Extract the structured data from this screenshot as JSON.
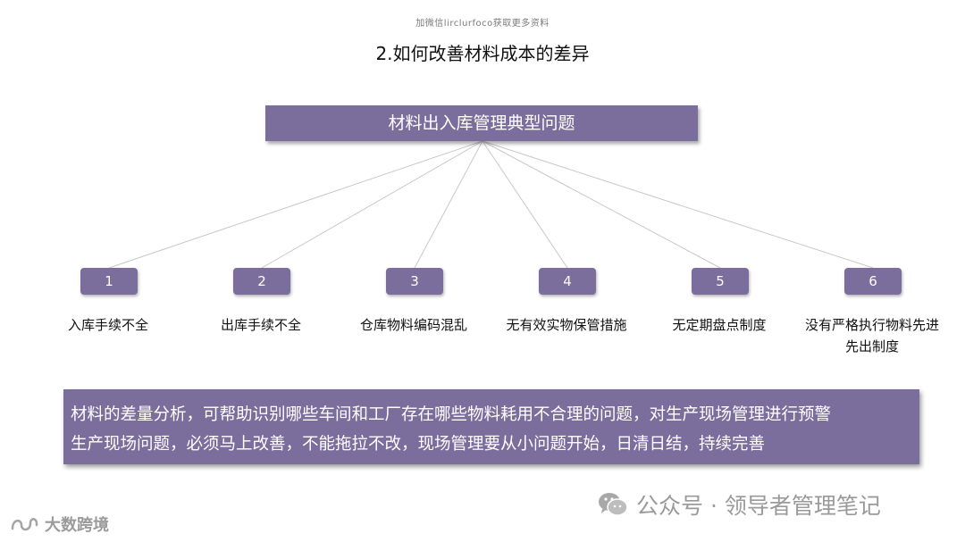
{
  "watermark": "加微信lirclurfoco获取更多资料",
  "title": "2.如何改善材料成本的差异",
  "root": {
    "label": "材料出入库管理典型问题"
  },
  "items": [
    {
      "number": "1",
      "label": "入库手续不全"
    },
    {
      "number": "2",
      "label": "出库手续不全"
    },
    {
      "number": "3",
      "label": "仓库物料编码混乱"
    },
    {
      "number": "4",
      "label": "无有效实物保管措施"
    },
    {
      "number": "5",
      "label": "无定期盘点制度"
    },
    {
      "number": "6",
      "label": "没有严格执行物料先进先出制度"
    }
  ],
  "summary": {
    "line1": "材料的差量分析，可帮助识别哪些车间和工厂存在哪些物料耗用不合理的问题，对生产现场管理进行预警",
    "line2": "生产现场问题，必须马上改善，不能拖拉不改，现场管理要从小问题开始，日清日结，持续完善"
  },
  "footer": {
    "brand": "公众号 · 领导者管理笔记",
    "left_logo": "大数跨境"
  },
  "colors": {
    "box_fill": "#7b6e9c",
    "connector": "#c8c8c8",
    "footer_text": "#9a9a9a"
  }
}
